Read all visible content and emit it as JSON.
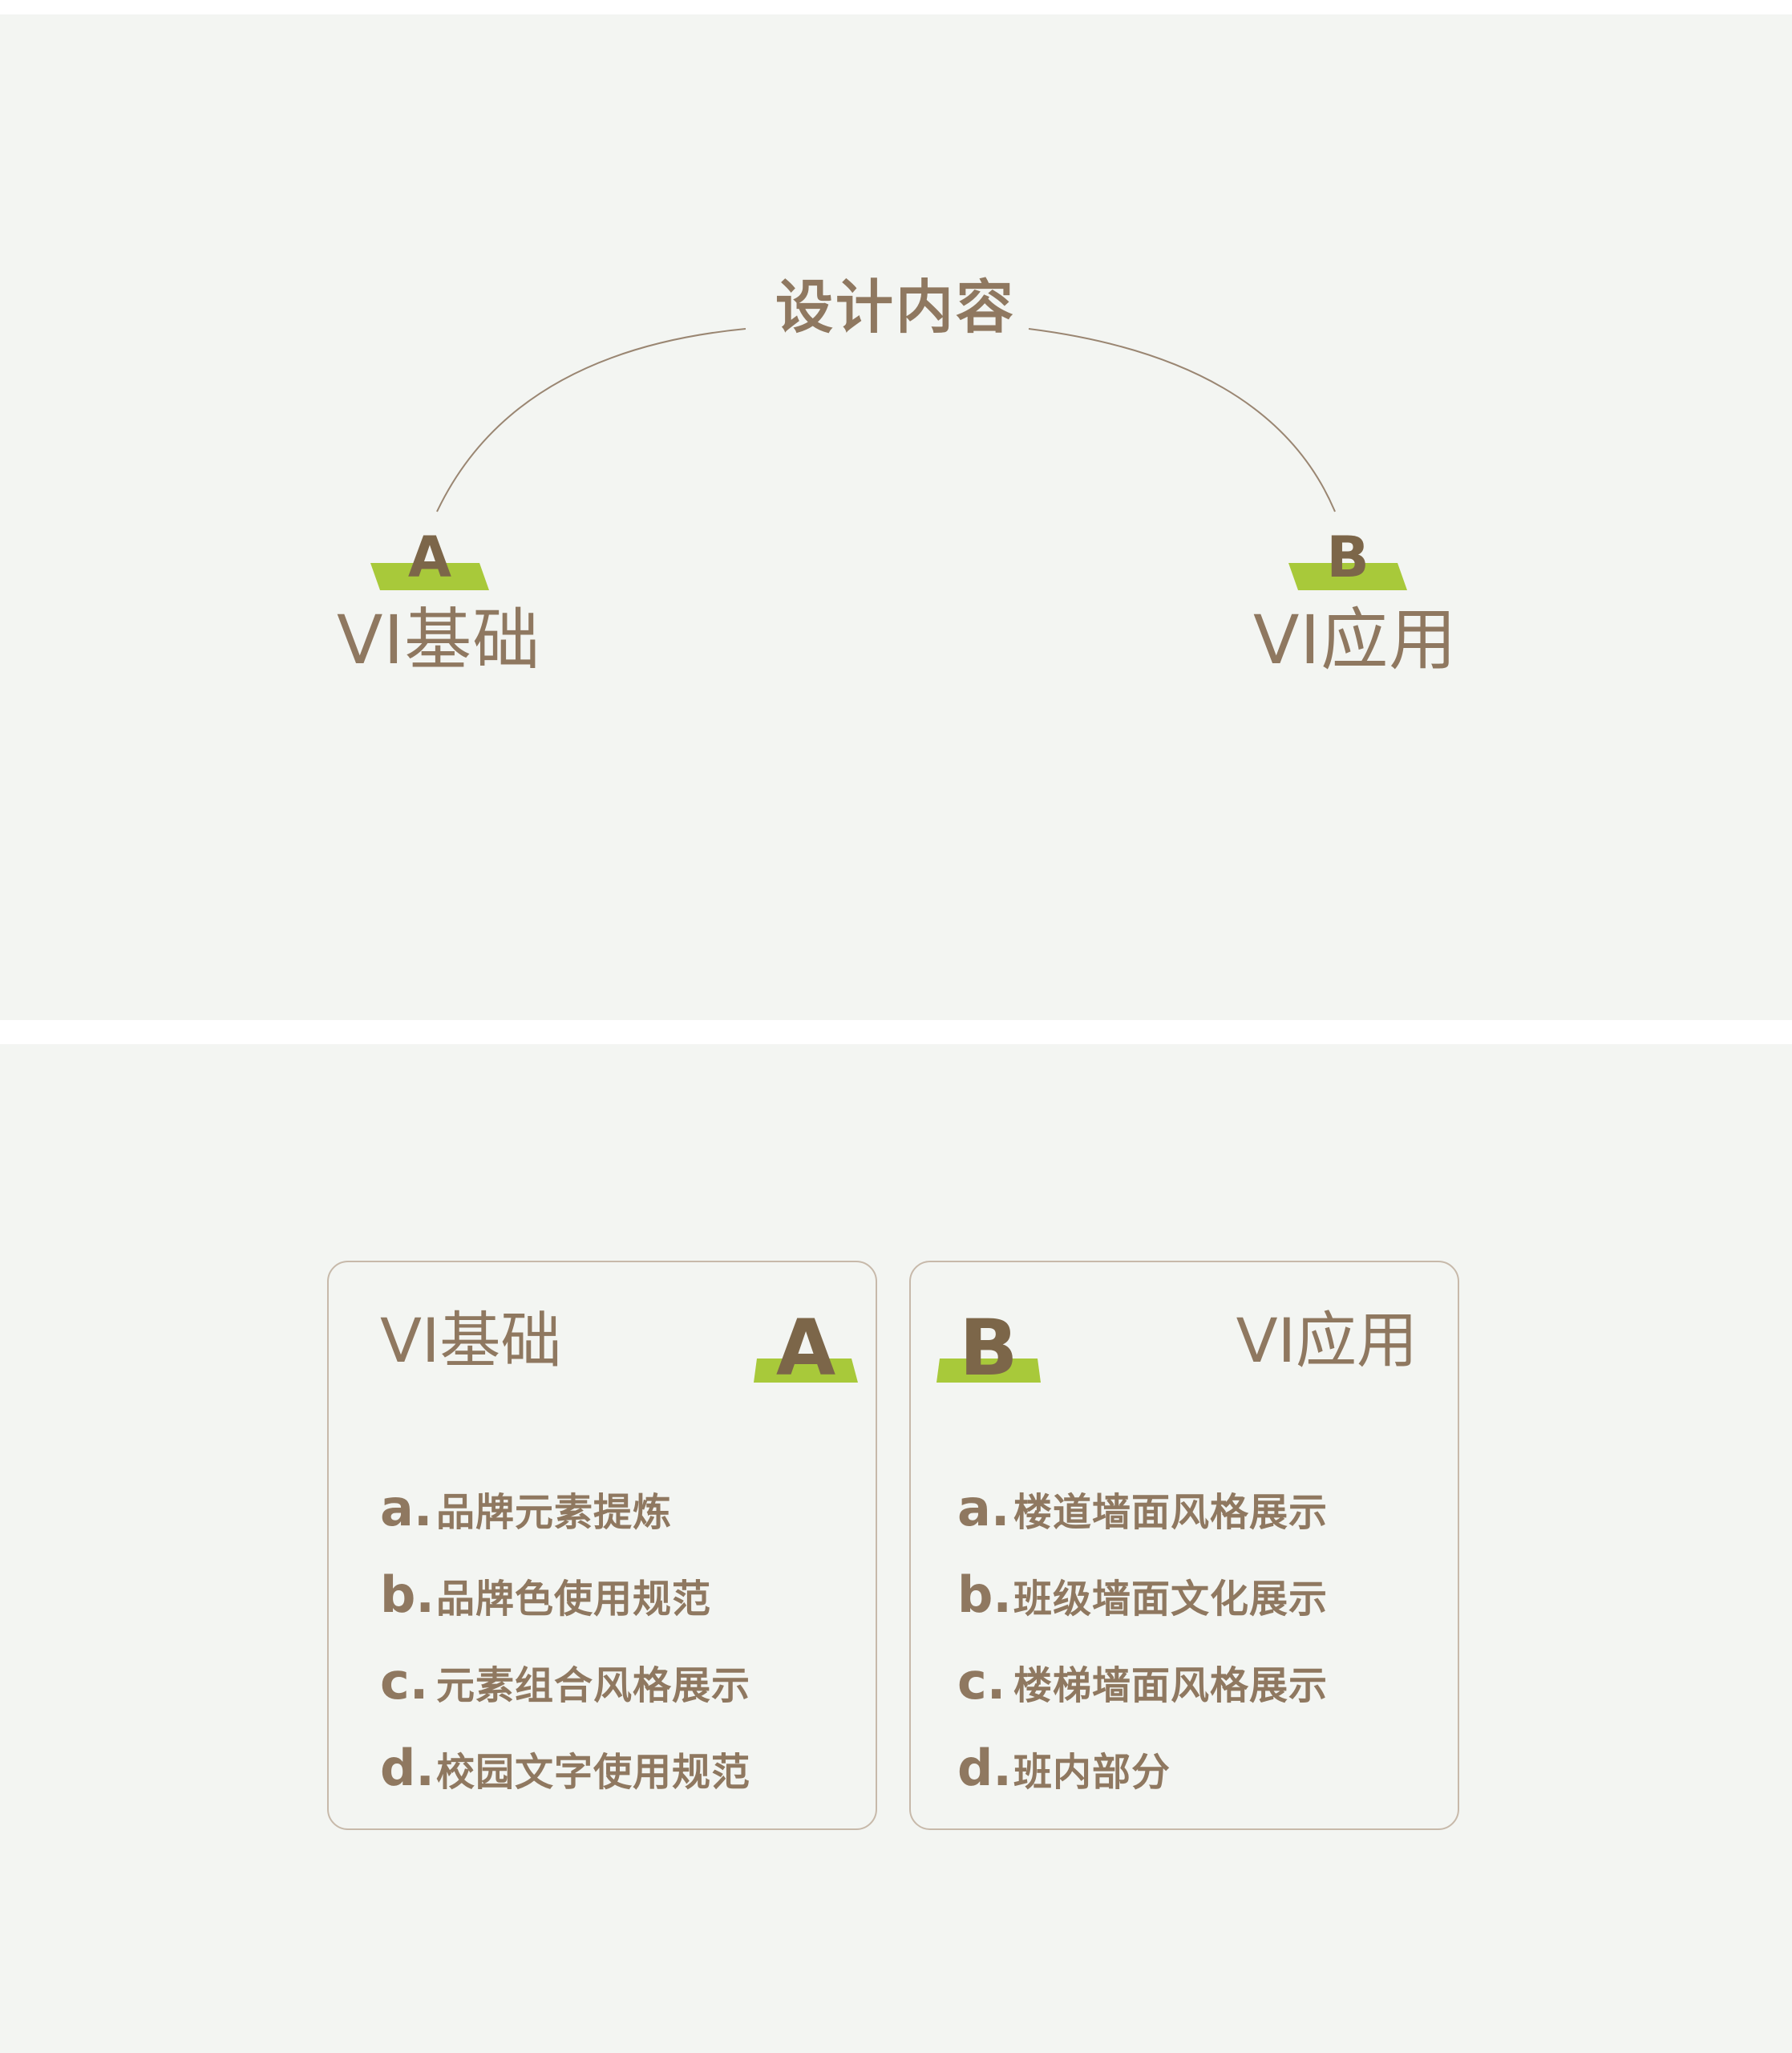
{
  "colors": {
    "background": "#f3f5f2",
    "text": "#8f7860",
    "letter": "#7c6649",
    "accent_green": "#a8c93a",
    "line": "#9a8672"
  },
  "overview": {
    "title": "设计内容",
    "node_a": {
      "letter": "A",
      "title": "VI基础"
    },
    "node_b": {
      "letter": "B",
      "title": "VI应用"
    }
  },
  "cards": {
    "a": {
      "letter": "A",
      "title": "VI基础",
      "items": [
        {
          "index": "a.",
          "text": "品牌元素提炼"
        },
        {
          "index": "b.",
          "text": "品牌色使用规范"
        },
        {
          "index": "c.",
          "text": "元素组合风格展示"
        },
        {
          "index": "d.",
          "text": "校园文字使用规范"
        }
      ]
    },
    "b": {
      "letter": "B",
      "title": "VI应用",
      "items": [
        {
          "index": "a.",
          "text": "楼道墙面风格展示"
        },
        {
          "index": "b.",
          "text": "班级墙面文化展示"
        },
        {
          "index": "c.",
          "text": "楼梯墙面风格展示"
        },
        {
          "index": "d.",
          "text": "班内部分"
        }
      ]
    }
  }
}
